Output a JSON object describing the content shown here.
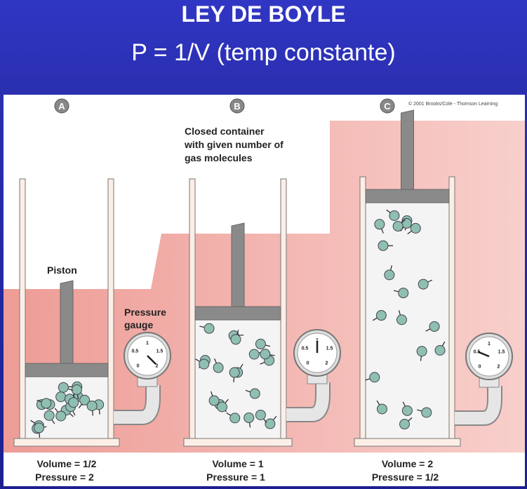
{
  "header": {
    "title": "LEY DE BOYLE",
    "subtitle": "P = 1/V (temp constante)"
  },
  "copyright": "© 2001 Brooks/Cole - Thomson Learning",
  "labels": {
    "closed_container": [
      "Closed container",
      "with given number of",
      "gas molecules"
    ],
    "piston": "Piston",
    "pressure_gauge": [
      "Pressure",
      "gauge"
    ]
  },
  "gauge_ticks": [
    "0",
    "0.5",
    "1",
    "1.5",
    "2"
  ],
  "panels": [
    {
      "letter": "A",
      "volume_label": "Volume = 1/2",
      "pressure_label": "Pressure = 2",
      "pressure": 2
    },
    {
      "letter": "B",
      "volume_label": "Volume = 1",
      "pressure_label": "Pressure = 1",
      "pressure": 1
    },
    {
      "letter": "C",
      "volume_label": "Volume = 2",
      "pressure_label": "Pressure = 1/2",
      "pressure": 0.5
    }
  ],
  "colors": {
    "pink": "#f0a9a3",
    "molecule": "#8fbfb0",
    "piston": "#8a8a8a"
  }
}
